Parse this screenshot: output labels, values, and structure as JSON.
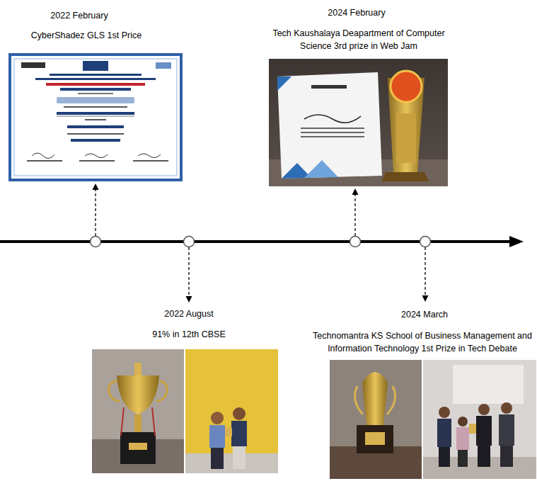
{
  "diagram": {
    "labels": [
      "2022 February",
      "CyberShadez GLS 1st Price",
      "2024 February",
      "Tech Kaushalaya Deapartment of Computer Science 3rd prize in Web Jam",
      "2022 August",
      "91% in 12th CBSE",
      "2024 March",
      "Technomantra KS School of Business Management and Information Technology 1st Prize in Tech Debate"
    ]
  }
}
